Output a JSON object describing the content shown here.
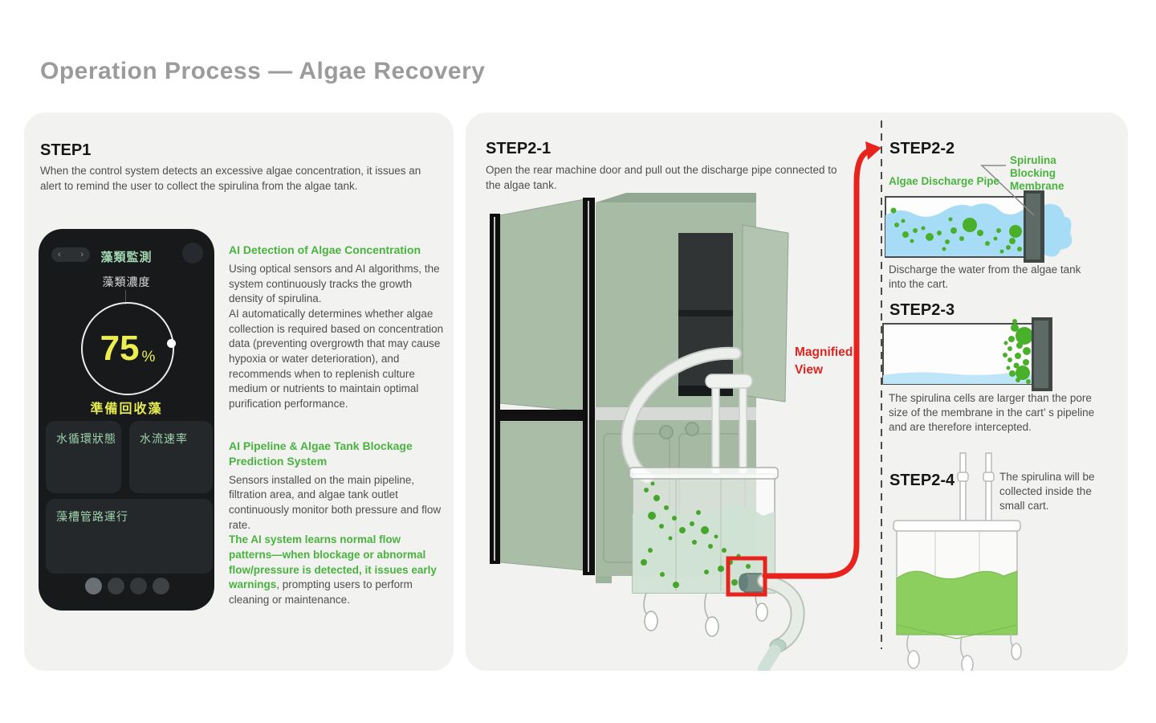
{
  "page": {
    "title": "Operation Process — Algae Recovery"
  },
  "colors": {
    "accent_green": "#4ab33f",
    "accent_red": "#e8231e",
    "gauge_yellow": "#eced4f",
    "mint_green": "#a3d7b2",
    "water_blue": "#a6dcf6",
    "algae_green": "#49b02a",
    "machine_green": "#a7bba5",
    "card_background": "#f2f2f1"
  },
  "step1": {
    "heading": "STEP1",
    "description": "When the control system detects an excessive algae concentration, it issues an alert to remind the user to collect the spirulina from the algae tank.",
    "phone": {
      "back_arrow": "‹",
      "forward_arrow": "›",
      "nav_title": "藻類監測",
      "gauge_label": "藻類濃度",
      "gauge_value": "75",
      "gauge_unit": "%",
      "gauge_status": "準備回收藻",
      "card1": "水循環狀態",
      "card2": "水流速率",
      "card3": "藻槽管路運行"
    },
    "section1": {
      "heading": "AI Detection of Algae Concentration",
      "body1": "Using optical sensors and AI algorithms, the system continuously tracks the growth density of spirulina.",
      "body2": "AI automatically determines whether algae collection is required based on concentration data (preventing overgrowth that may cause hypoxia or water deterioration), and recommends when to replenish culture medium or nutrients to maintain optimal purification performance."
    },
    "section2": {
      "heading": "AI Pipeline & Algae Tank Blockage Prediction System",
      "body1": "Sensors installed on the main pipeline, filtration area, and algae tank outlet continuously monitor both pressure and flow rate.",
      "highlight": "The AI system learns normal flow patterns—when blockage or abnormal flow/pressure is detected, it issues early warnings",
      "body2": ", prompting users to perform cleaning or maintenance."
    }
  },
  "step2_1": {
    "heading": "STEP2-1",
    "description": "Open the rear machine door and pull out the discharge pipe connected to the algae tank.",
    "magnified_line1": "Magnified",
    "magnified_line2": "View"
  },
  "step2_2": {
    "heading": "STEP2-2",
    "pipe_label": "Algae Discharge Pipe",
    "membrane_label": "Spirulina Blocking Membrane",
    "caption": "Discharge the water from the algae tank into the cart."
  },
  "step2_3": {
    "heading": "STEP2-3",
    "caption": "The spirulina cells are larger than the pore size of the membrane in the cart’ s pipeline and are therefore intercepted."
  },
  "step2_4": {
    "heading": "STEP2-4",
    "caption": "The spirulina will be collected inside the small cart."
  }
}
